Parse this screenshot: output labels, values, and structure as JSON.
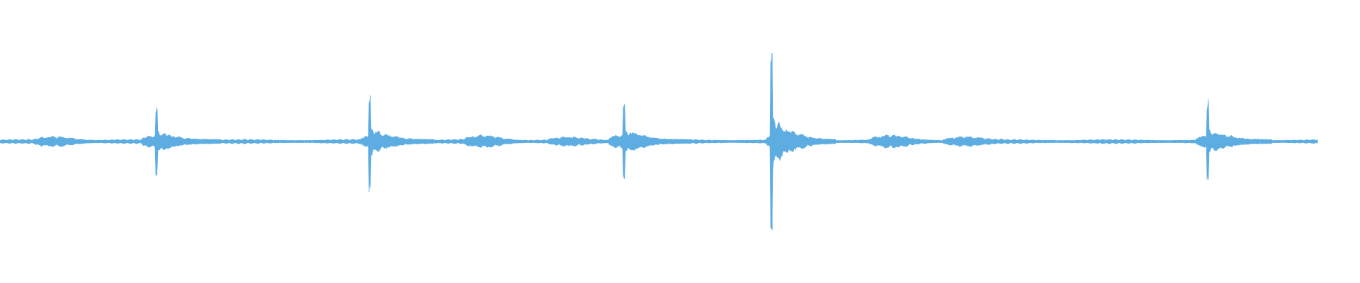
{
  "waveform": {
    "color": "#5DADE2",
    "background": "#FFFFFF",
    "channels": 1,
    "peak_events": [
      {
        "time": 0.119,
        "amplitude": 0.38
      },
      {
        "time": 0.281,
        "amplitude": 0.52
      },
      {
        "time": 0.474,
        "amplitude": 0.42
      },
      {
        "time": 0.586,
        "amplitude": 1.0
      },
      {
        "time": 0.917,
        "amplitude": 0.43
      }
    ],
    "secondary_bursts": [
      {
        "time": 0.043,
        "amplitude": 0.04
      },
      {
        "time": 0.124,
        "amplitude": 0.06
      },
      {
        "time": 0.29,
        "amplitude": 0.06
      },
      {
        "time": 0.368,
        "amplitude": 0.05
      },
      {
        "time": 0.432,
        "amplitude": 0.03
      },
      {
        "time": 0.478,
        "amplitude": 0.08
      },
      {
        "time": 0.598,
        "amplitude": 0.09
      },
      {
        "time": 0.676,
        "amplitude": 0.05
      },
      {
        "time": 0.732,
        "amplitude": 0.04
      },
      {
        "time": 0.924,
        "amplitude": 0.06
      }
    ]
  }
}
